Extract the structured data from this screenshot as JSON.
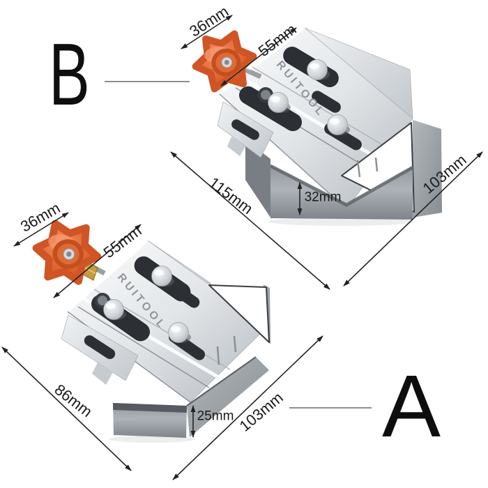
{
  "clamps": {
    "b": {
      "letter": "B",
      "brand": "RUITOOL",
      "knob_dim": "36mm",
      "edge_dim": "55mm",
      "length_dim": "115mm",
      "side_dim": "103mm",
      "base_height_dim": "32mm"
    },
    "a": {
      "letter": "A",
      "brand": "RUITOOL",
      "knob_dim": "36mm",
      "edge_dim": "55mm",
      "length_dim": "86mm",
      "side_dim": "103mm",
      "base_height_dim": "25mm"
    }
  },
  "colors": {
    "background": "#ffffff",
    "annotation": "#1a1a1a",
    "knob_orange": "#e2622d",
    "steel_light": "#f4f6f7",
    "steel_mid": "#c3c8cd",
    "base_gray": "#9aa0a5",
    "brass": "#c79b3b"
  }
}
